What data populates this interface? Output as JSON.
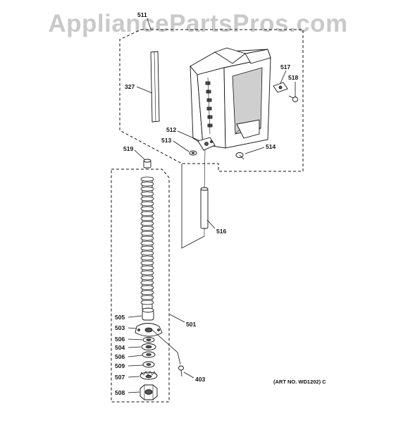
{
  "watermark": "AppliancePartsPros.com",
  "art_number": "(ART NO. WD1202) C",
  "labels": {
    "p511": "511",
    "p327": "327",
    "p517": "517",
    "p518": "518",
    "p512": "512",
    "p513": "513",
    "p514": "514",
    "p519": "519",
    "p516": "516",
    "p505": "505",
    "p503": "503",
    "p501": "501",
    "p506a": "506",
    "p504": "504",
    "p506b": "506",
    "p509": "509",
    "p507": "507",
    "p508": "508",
    "p403": "403"
  }
}
